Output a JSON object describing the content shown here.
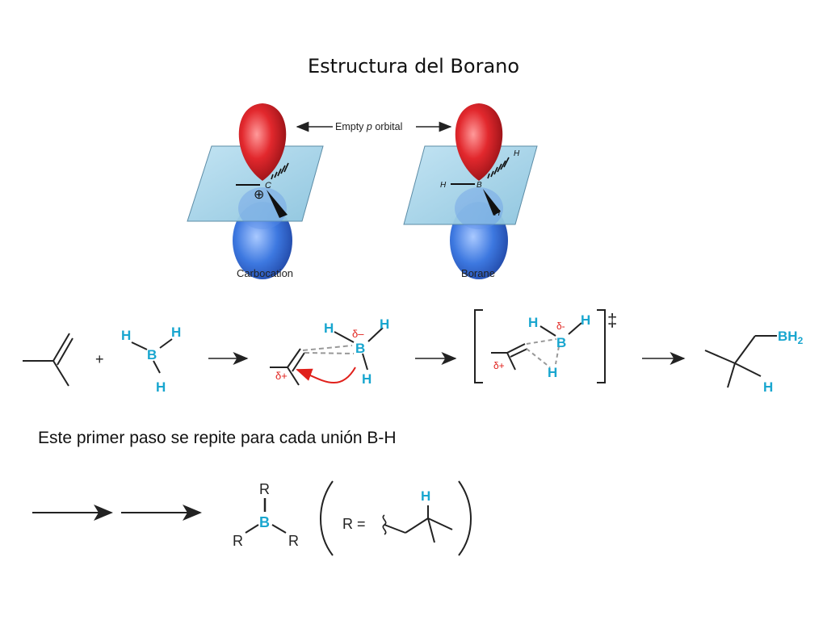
{
  "slide": {
    "title": "Estructura del Borano",
    "step_caption": "Este primer paso se repite para cada unión B-H"
  },
  "orbital_figure": {
    "empty_orbital_label_prefix": "Empty ",
    "empty_orbital_label_italic": "p",
    "empty_orbital_label_suffix": " orbital",
    "carbocation_label": "Carbocation",
    "borane_label": "Borane",
    "carbon_symbol": "C",
    "plus_symbol": "⊕",
    "boron_symbol": "B",
    "hydrogen_symbol": "H"
  },
  "mechanism": {
    "plus_sign": "+",
    "hydrogen": "H",
    "boron": "B",
    "delta_minus": "δ–",
    "delta_minus_ts": "δ-",
    "delta_plus": "δ+",
    "double_dagger": "‡",
    "product_bh2_main": "BH",
    "product_bh2_sub": "2",
    "trialkyl_R": "R",
    "r_definition_label": "R ="
  },
  "colors": {
    "atom_blue": "#19a6cf",
    "delta_red": "#e0201b",
    "ink": "#222222"
  }
}
